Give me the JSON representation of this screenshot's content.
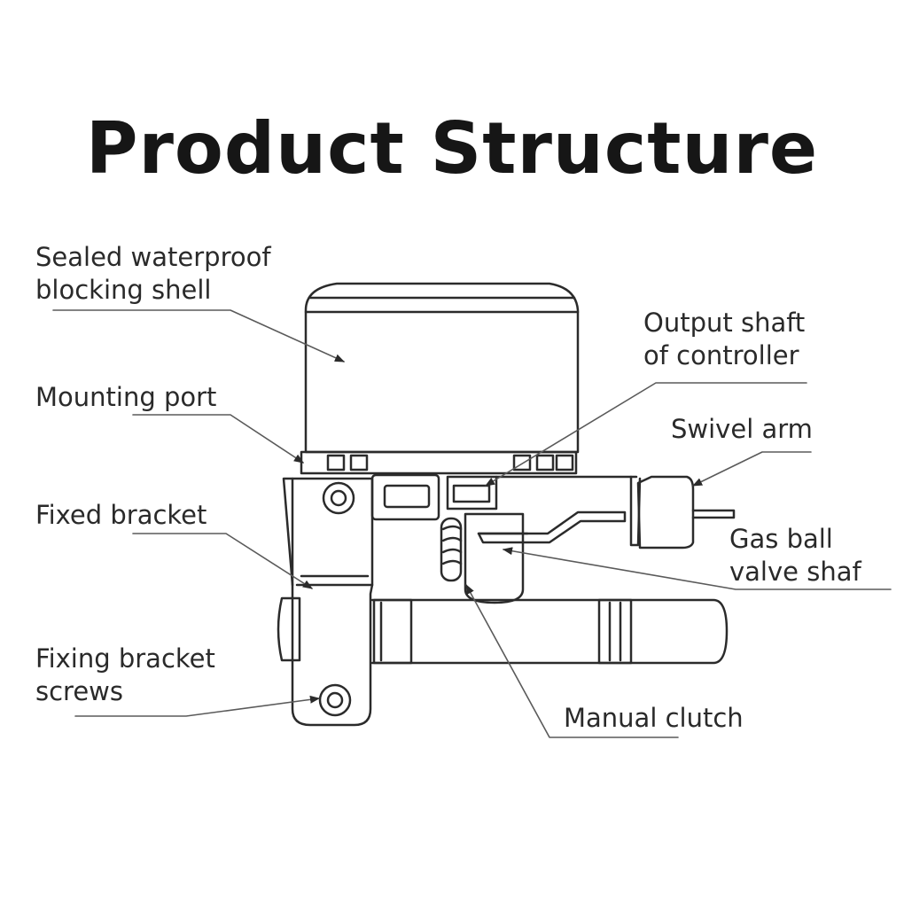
{
  "title": "Product Structure",
  "labels": {
    "sealed_shell": [
      "Sealed waterproof",
      "blocking shell"
    ],
    "mounting_port": "Mounting port",
    "fixed_bracket": "Fixed bracket",
    "fixing_screws": [
      "Fixing bracket",
      "screws"
    ],
    "output_shaft": [
      "Output shaft",
      "of controller"
    ],
    "swivel_arm": "Swivel arm",
    "gas_ball_valve": [
      "Gas ball",
      "valve shaf"
    ],
    "manual_clutch": "Manual clutch"
  },
  "colors": {
    "line": "#2b2b2b",
    "leader": "#5a5a5a"
  }
}
